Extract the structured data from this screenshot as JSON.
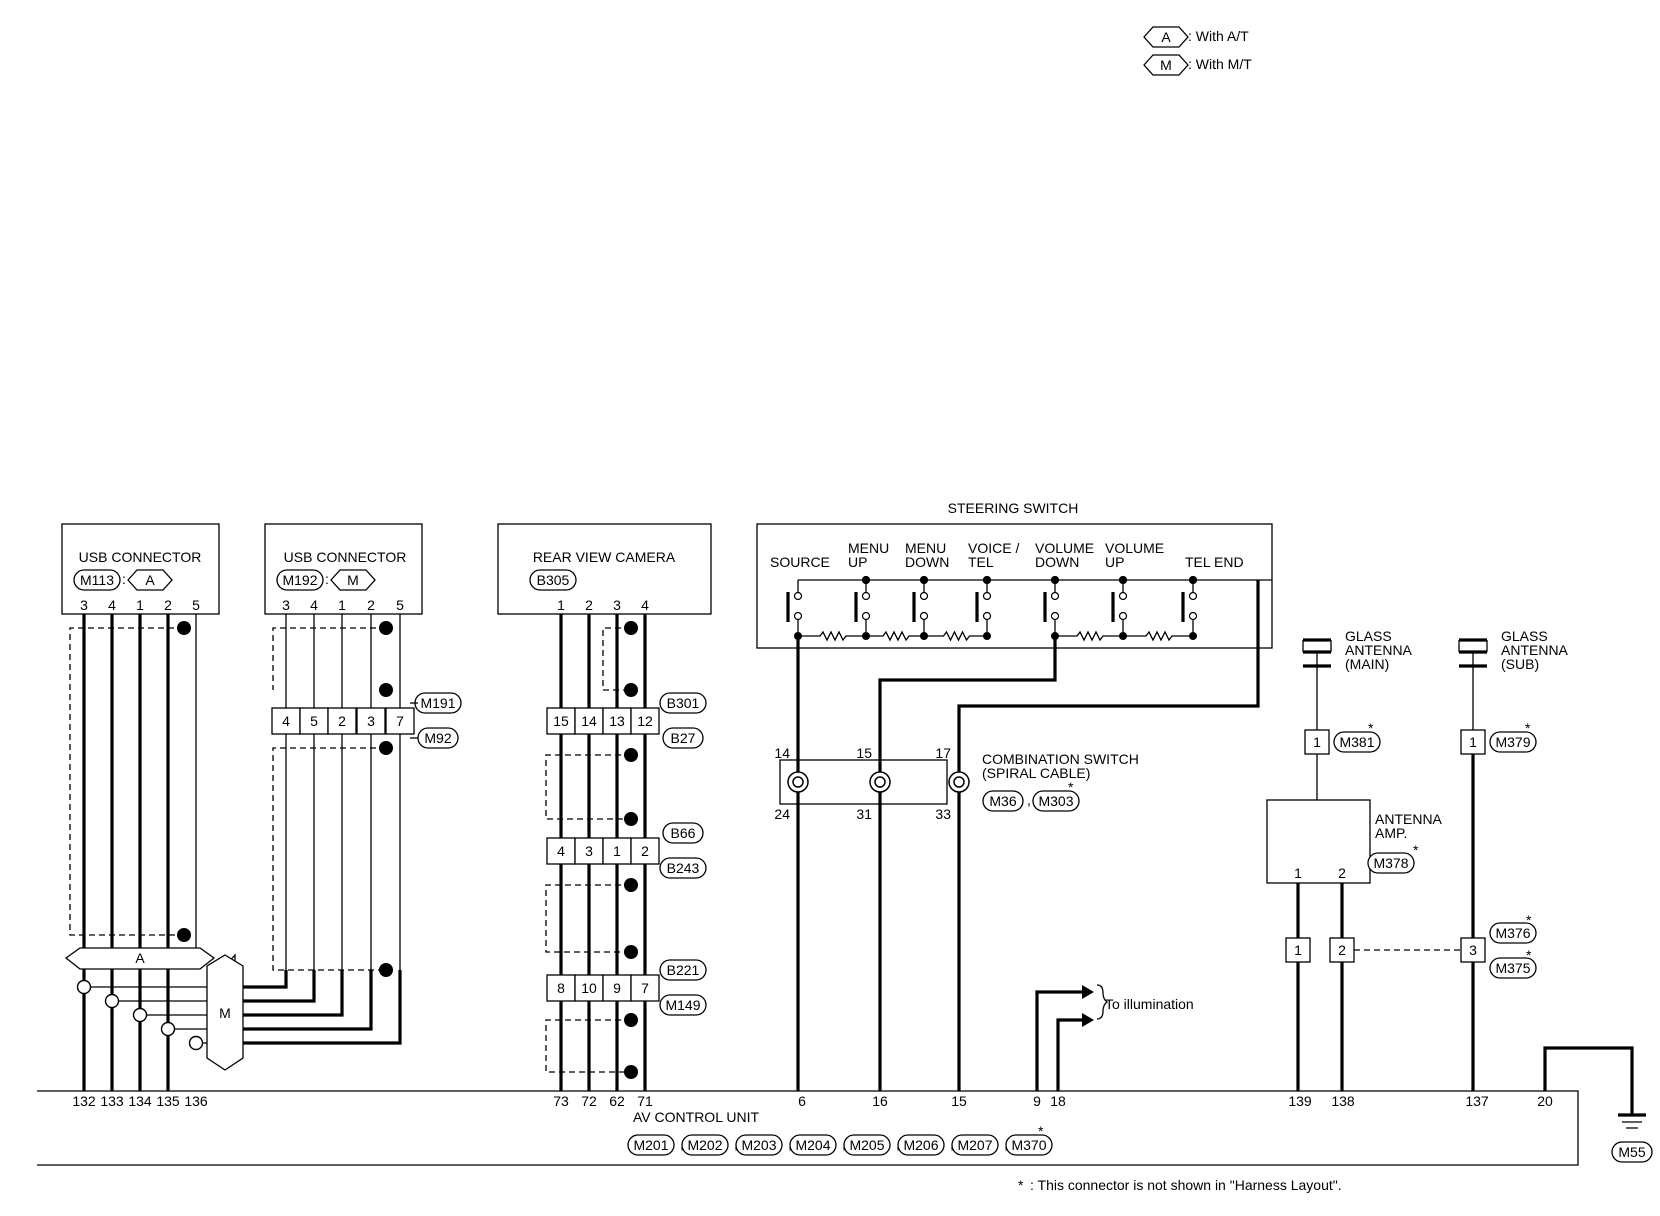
{
  "legend": {
    "at_code": "A",
    "at_text": ": With A/T",
    "mt_code": "M",
    "mt_text": ": With M/T"
  },
  "usb1": {
    "title": "USB CONNECTOR",
    "connector": "M113",
    "variant": "A",
    "pins": [
      "3",
      "4",
      "1",
      "2",
      "5"
    ]
  },
  "usb2": {
    "title": "USB CONNECTOR",
    "connector": "M192",
    "variant": "M",
    "pins": [
      "3",
      "4",
      "1",
      "2",
      "5"
    ]
  },
  "usb2_joint": {
    "connector_top": "M191",
    "connector_bottom": "M92",
    "pins": [
      "4",
      "5",
      "2",
      "3",
      "7"
    ]
  },
  "splice": {
    "a_label": "A",
    "m_label": "M"
  },
  "camera": {
    "title": "REAR VIEW CAMERA",
    "connector": "B305",
    "pins": [
      "1",
      "2",
      "3",
      "4"
    ],
    "joint1": {
      "top": "B301",
      "bottom": "B27",
      "pins": [
        "15",
        "14",
        "13",
        "12"
      ]
    },
    "joint2": {
      "top": "B66",
      "bottom": "B243",
      "pins": [
        "4",
        "3",
        "1",
        "2"
      ]
    },
    "joint3": {
      "top": "B221",
      "bottom": "M149",
      "pins": [
        "8",
        "10",
        "9",
        "7"
      ]
    }
  },
  "steering": {
    "title": "STEERING SWITCH",
    "switches": [
      "SOURCE",
      "MENU\nUP",
      "MENU\nDOWN",
      "VOICE /\nTEL",
      "VOLUME\nDOWN",
      "VOLUME\nUP",
      "TEL END"
    ]
  },
  "combination": {
    "title": "COMBINATION SWITCH\n(SPIRAL CABLE)",
    "connectors": [
      "M36",
      "M303"
    ],
    "upper_pins": [
      "14",
      "15",
      "17"
    ],
    "lower_pins": [
      "24",
      "31",
      "33"
    ]
  },
  "illumination": {
    "text": "To illumination"
  },
  "antenna": {
    "main_title": "GLASS\nANTENNA\n(MAIN)",
    "sub_title": "GLASS\nANTENNA\n(SUB)",
    "main_conn": "M381",
    "main_pin": "1",
    "sub_conn": "M379",
    "sub_pin": "1",
    "amp_title": "ANTENNA\nAMP.",
    "amp_conn": "M378",
    "amp_pins": [
      "1",
      "2"
    ],
    "joint_top": "M376",
    "joint_bottom": "M375",
    "joint_pins": [
      "1",
      "2",
      "3"
    ]
  },
  "av_unit": {
    "title": "AV CONTROL UNIT",
    "connectors": [
      "M201",
      "M202",
      "M203",
      "M204",
      "M205",
      "M206",
      "M207",
      "M370"
    ],
    "pins": [
      "132",
      "133",
      "134",
      "135",
      "136",
      "73",
      "72",
      "62",
      "71",
      "6",
      "16",
      "15",
      "9",
      "18",
      "139",
      "138",
      "137",
      "20"
    ]
  },
  "ground": {
    "connector": "M55"
  },
  "footnote": {
    "star": "*",
    "text": ": This connector is not shown in \"Harness Layout\"."
  }
}
